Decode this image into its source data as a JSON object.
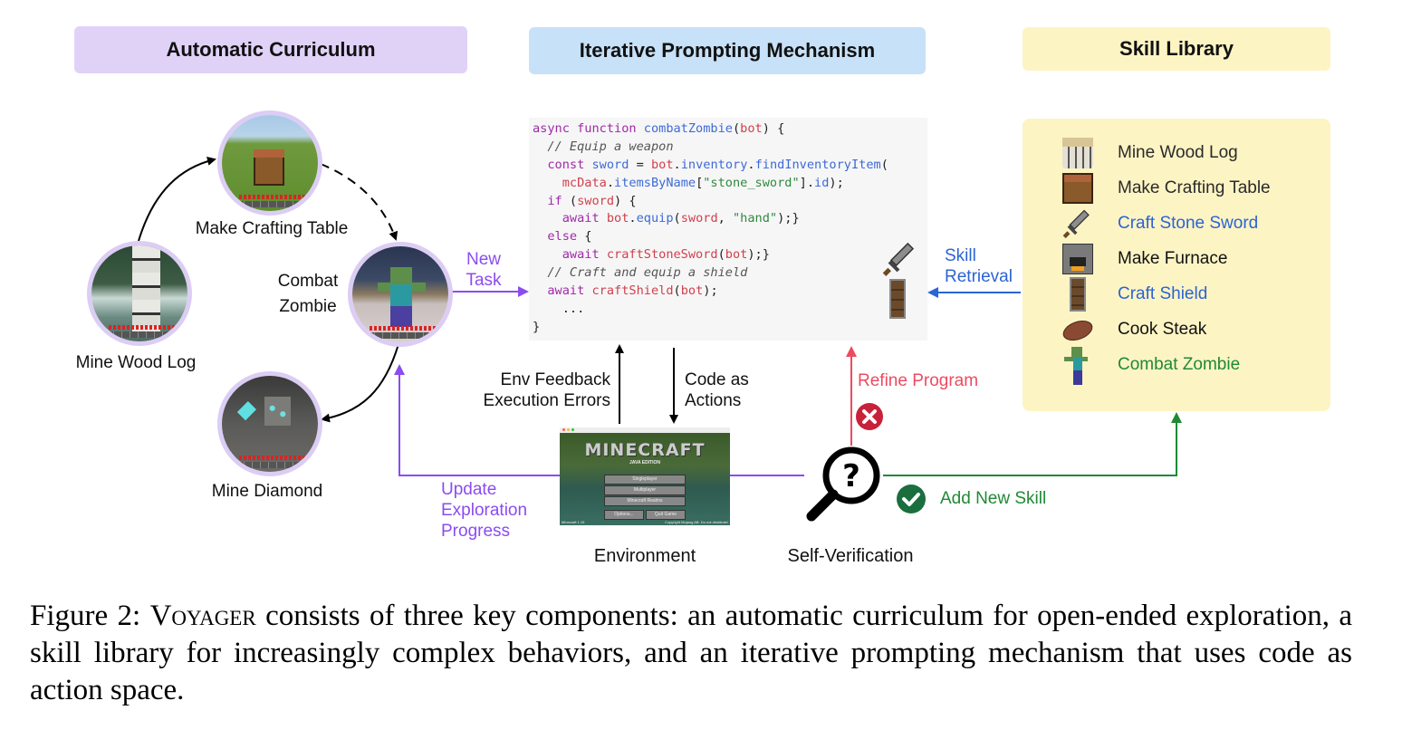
{
  "headers": {
    "curriculum": "Automatic Curriculum",
    "prompting": "Iterative Prompting Mechanism",
    "library": "Skill Library"
  },
  "curriculum": {
    "nodes": [
      {
        "label": "Mine Wood Log"
      },
      {
        "label": "Make Crafting Table"
      },
      {
        "label_line1": "Combat",
        "label_line2": "Zombie"
      },
      {
        "label": "Mine Diamond"
      }
    ],
    "new_task_line1": "New",
    "new_task_line2": "Task",
    "update_line1": "Update",
    "update_line2": "Exploration",
    "update_line3": "Progress"
  },
  "code": {
    "lines": [
      {
        "segments": [
          [
            "kw",
            "async function "
          ],
          [
            "fn",
            "combatZombie"
          ],
          [
            "pl",
            "("
          ],
          [
            "var",
            "bot"
          ],
          [
            "pl",
            ") {"
          ]
        ]
      },
      {
        "segments": [
          [
            "cm",
            "  // Equip a weapon"
          ]
        ]
      },
      {
        "segments": [
          [
            "kw",
            "  const "
          ],
          [
            "fn",
            "sword"
          ],
          [
            "pl",
            " = "
          ],
          [
            "var",
            "bot"
          ],
          [
            "pl",
            "."
          ],
          [
            "fn",
            "inventory"
          ],
          [
            "pl",
            "."
          ],
          [
            "fn",
            "findInventoryItem"
          ],
          [
            "pl",
            "("
          ]
        ]
      },
      {
        "segments": [
          [
            "var",
            "    mcData"
          ],
          [
            "pl",
            "."
          ],
          [
            "fn",
            "itemsByName"
          ],
          [
            "pl",
            "["
          ],
          [
            "str",
            "\"stone_sword\""
          ],
          [
            "pl",
            "]."
          ],
          [
            "fn",
            "id"
          ],
          [
            "pl",
            ");"
          ]
        ]
      },
      {
        "segments": [
          [
            "kw",
            "  if "
          ],
          [
            "pl",
            "("
          ],
          [
            "var",
            "sword"
          ],
          [
            "pl",
            ") {"
          ]
        ]
      },
      {
        "segments": [
          [
            "kw",
            "    await "
          ],
          [
            "var",
            "bot"
          ],
          [
            "pl",
            "."
          ],
          [
            "fn",
            "equip"
          ],
          [
            "pl",
            "("
          ],
          [
            "var",
            "sword"
          ],
          [
            "pl",
            ", "
          ],
          [
            "str",
            "\"hand\""
          ],
          [
            "pl",
            ");}"
          ]
        ]
      },
      {
        "segments": [
          [
            "kw",
            "  else "
          ],
          [
            "pl",
            "{"
          ]
        ]
      },
      {
        "segments": [
          [
            "kw",
            "    await "
          ],
          [
            "var",
            "craftStoneSword"
          ],
          [
            "pl",
            "("
          ],
          [
            "var",
            "bot"
          ],
          [
            "pl",
            ");}"
          ]
        ]
      },
      {
        "segments": [
          [
            "cm",
            "  // Craft and equip a shield"
          ]
        ]
      },
      {
        "segments": [
          [
            "kw",
            "  await "
          ],
          [
            "var",
            "craftShield"
          ],
          [
            "pl",
            "("
          ],
          [
            "var",
            "bot"
          ],
          [
            "pl",
            ");"
          ]
        ]
      },
      {
        "segments": [
          [
            "pl",
            "    ..."
          ]
        ]
      },
      {
        "segments": [
          [
            "pl",
            "}"
          ]
        ]
      }
    ]
  },
  "flows": {
    "env_feedback_line1": "Env Feedback",
    "env_feedback_line2": "Execution Errors",
    "code_actions_line1": "Code as",
    "code_actions_line2": "Actions",
    "refine_program": "Refine Program",
    "skill_retrieval_line1": "Skill",
    "skill_retrieval_line2": "Retrieval",
    "add_new_skill": "Add New Skill",
    "environment": "Environment",
    "self_verification": "Self-Verification"
  },
  "minecraft_screen": {
    "title": "Minecraft 1.19",
    "logo": "MINECRAFT",
    "edition": "JAVA EDITION",
    "buttons": [
      "Singleplayer",
      "Multiplayer",
      "Minecraft Realms",
      "Options...",
      "Quit Game"
    ],
    "version": "Minecraft 1.19",
    "copyright": "Copyright Mojang AB. Do not distribute!"
  },
  "skill_library": {
    "items": [
      {
        "label": "Mine Wood  Log",
        "icon": "birch-log-icon",
        "color": "#2a2a2a"
      },
      {
        "label": "Make Crafting Table",
        "icon": "crafting-table-icon",
        "color": "#2a2a2a"
      },
      {
        "label": "Craft Stone Sword",
        "icon": "stone-sword-icon",
        "color": "#2b64d4"
      },
      {
        "label": "Make Furnace",
        "icon": "furnace-icon",
        "color": "#111111"
      },
      {
        "label": "Craft Shield",
        "icon": "shield-icon",
        "color": "#2b64d4"
      },
      {
        "label": "Cook Steak",
        "icon": "steak-icon",
        "color": "#111111"
      },
      {
        "label": "Combat Zombie",
        "icon": "zombie-icon",
        "color": "#1f8a35"
      }
    ]
  },
  "colors": {
    "curriculum": "#e0d2f7",
    "prompting": "#c6e1f8",
    "library": "#fdf4c4",
    "purple": "#8b4cf0",
    "blue": "#2b64d4",
    "red": "#ee4a5f",
    "green": "#1f8a35"
  },
  "caption": {
    "prefix": "Figure 2: ",
    "name": "Voyager",
    "text": " consists of three key components: an automatic curriculum for open-ended exploration, a skill library for increasingly complex behaviors, and an iterative prompting mechanism that uses code as action space."
  }
}
